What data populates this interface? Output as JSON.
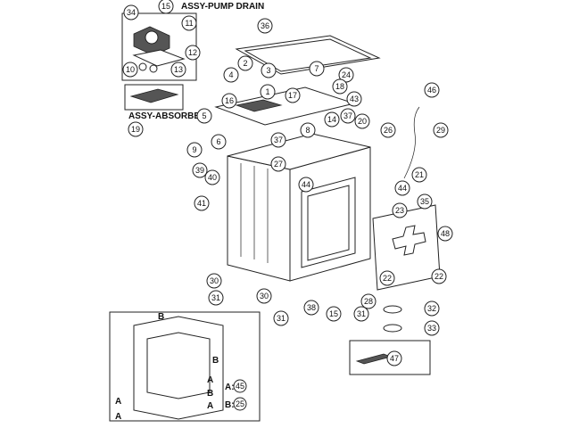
{
  "headings": {
    "pump_drain": "ASSY-PUMP DRAIN",
    "absorber": "ASSY-ABSORBER"
  },
  "legend": {
    "a_letter": "A:",
    "a_part": "45",
    "b_letter": "B:",
    "b_part": "25"
  },
  "inset_letters": [
    "B",
    "B",
    "A",
    "B",
    "A",
    "A",
    "A"
  ],
  "callouts": [
    "34",
    "15",
    "11",
    "12",
    "10",
    "13",
    "19",
    "2",
    "3",
    "4",
    "7",
    "24",
    "18",
    "1",
    "16",
    "17",
    "43",
    "5",
    "14",
    "37",
    "46",
    "20",
    "26",
    "29",
    "8",
    "6",
    "9",
    "37",
    "27",
    "39",
    "40",
    "21",
    "44",
    "44",
    "41",
    "35",
    "23",
    "48",
    "22",
    "22",
    "30",
    "31",
    "30",
    "31",
    "38",
    "15",
    "28",
    "31",
    "32",
    "33",
    "47",
    "36"
  ]
}
